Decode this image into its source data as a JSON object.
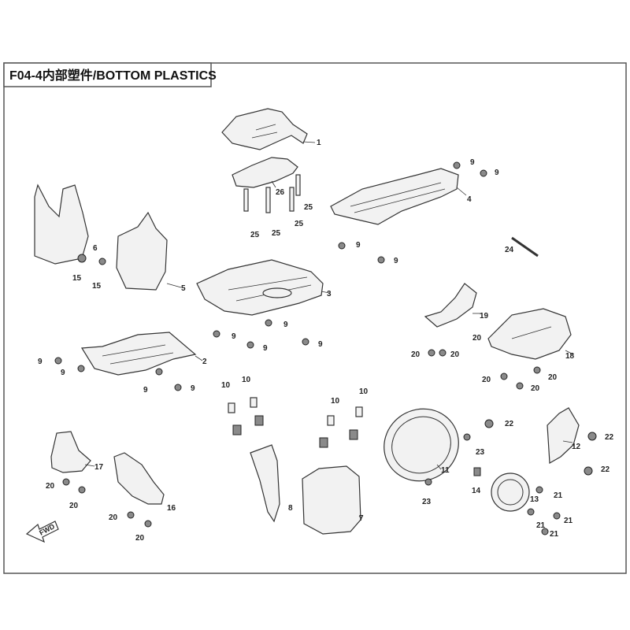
{
  "title": "F04-4内部塑件/BOTTOM PLASTICS",
  "fwd_label": "FWD",
  "callouts": {
    "c1": "1",
    "c2": "2",
    "c3": "3",
    "c4": "4",
    "c5": "5",
    "c6": "6",
    "c7": "7",
    "c8": "8",
    "c9": "9",
    "c10": "10",
    "c11": "11",
    "c12": "12",
    "c13": "13",
    "c14": "14",
    "c15": "15",
    "c16": "16",
    "c17": "17",
    "c18": "18",
    "c19": "19",
    "c20": "20",
    "c21": "21",
    "c22": "22",
    "c23": "23",
    "c24": "24",
    "c25": "25",
    "c26": "26"
  }
}
